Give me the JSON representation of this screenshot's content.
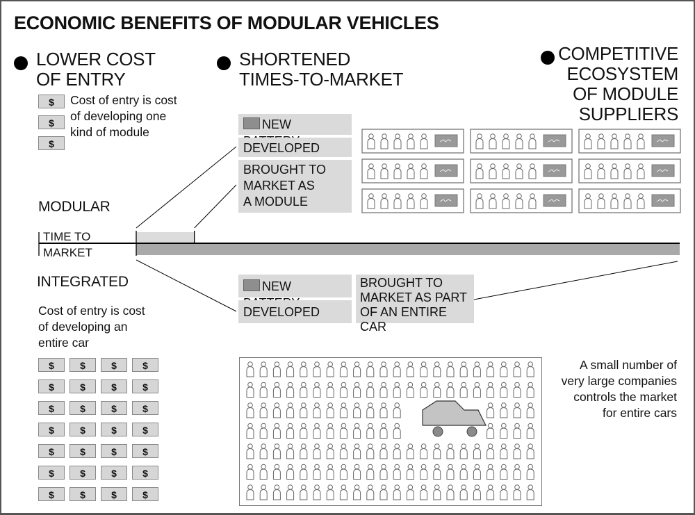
{
  "title": "ECONOMIC BENEFITS OF MODULAR VEHICLES",
  "benefits": [
    {
      "lines": [
        "LOWER COST",
        "OF ENTRY"
      ]
    },
    {
      "lines": [
        "SHORTENED",
        "TIMES-TO-MARKET"
      ]
    },
    {
      "lines": [
        "COMPETITIVE",
        "ECOSYSTEM",
        "OF MODULE",
        "SUPPLIERS"
      ]
    }
  ],
  "modular": {
    "label": "MODULAR",
    "cost_text": [
      "Cost of entry is cost",
      "of developing one",
      "kind of module"
    ],
    "money_count": 3,
    "money_symbol": "$",
    "battery_label": "NEW BATTERY",
    "developed_label": "DEVELOPED",
    "market_lines": [
      "BROUGHT TO",
      "MARKET AS",
      "A MODULE"
    ],
    "suppliers": {
      "rows": 3,
      "cols": 3,
      "people_per_supplier": 5
    }
  },
  "timeline": {
    "axis_label_lines": [
      "TIME TO",
      "MARKET"
    ],
    "modular_time_fraction": 0.107,
    "integrated_time_fraction": 1.0
  },
  "integrated": {
    "label": "INTEGRATED",
    "cost_text": [
      "Cost of entry is cost",
      "of developing an",
      "entire car"
    ],
    "money_rows": 7,
    "money_cols": 4,
    "money_symbol": "$",
    "battery_label": "NEW BATTERY",
    "developed_label": "DEVELOPED",
    "market_lines": [
      "BROUGHT TO",
      "MARKET AS PART",
      "OF AN ENTIRE CAR"
    ],
    "market_note": [
      "A small number of",
      "very large companies",
      "controls the market",
      "for entire cars"
    ],
    "crowd": {
      "rows": 7,
      "cols": 22
    }
  },
  "colors": {
    "box_fill": "#dadada",
    "battery_swatch": "#8e8e8e",
    "modular_bar": "#dcdcdc",
    "integrated_bar": "#a9a9a9",
    "car_body": "#c4c4c4",
    "car_wheel": "#8a8a8a"
  }
}
